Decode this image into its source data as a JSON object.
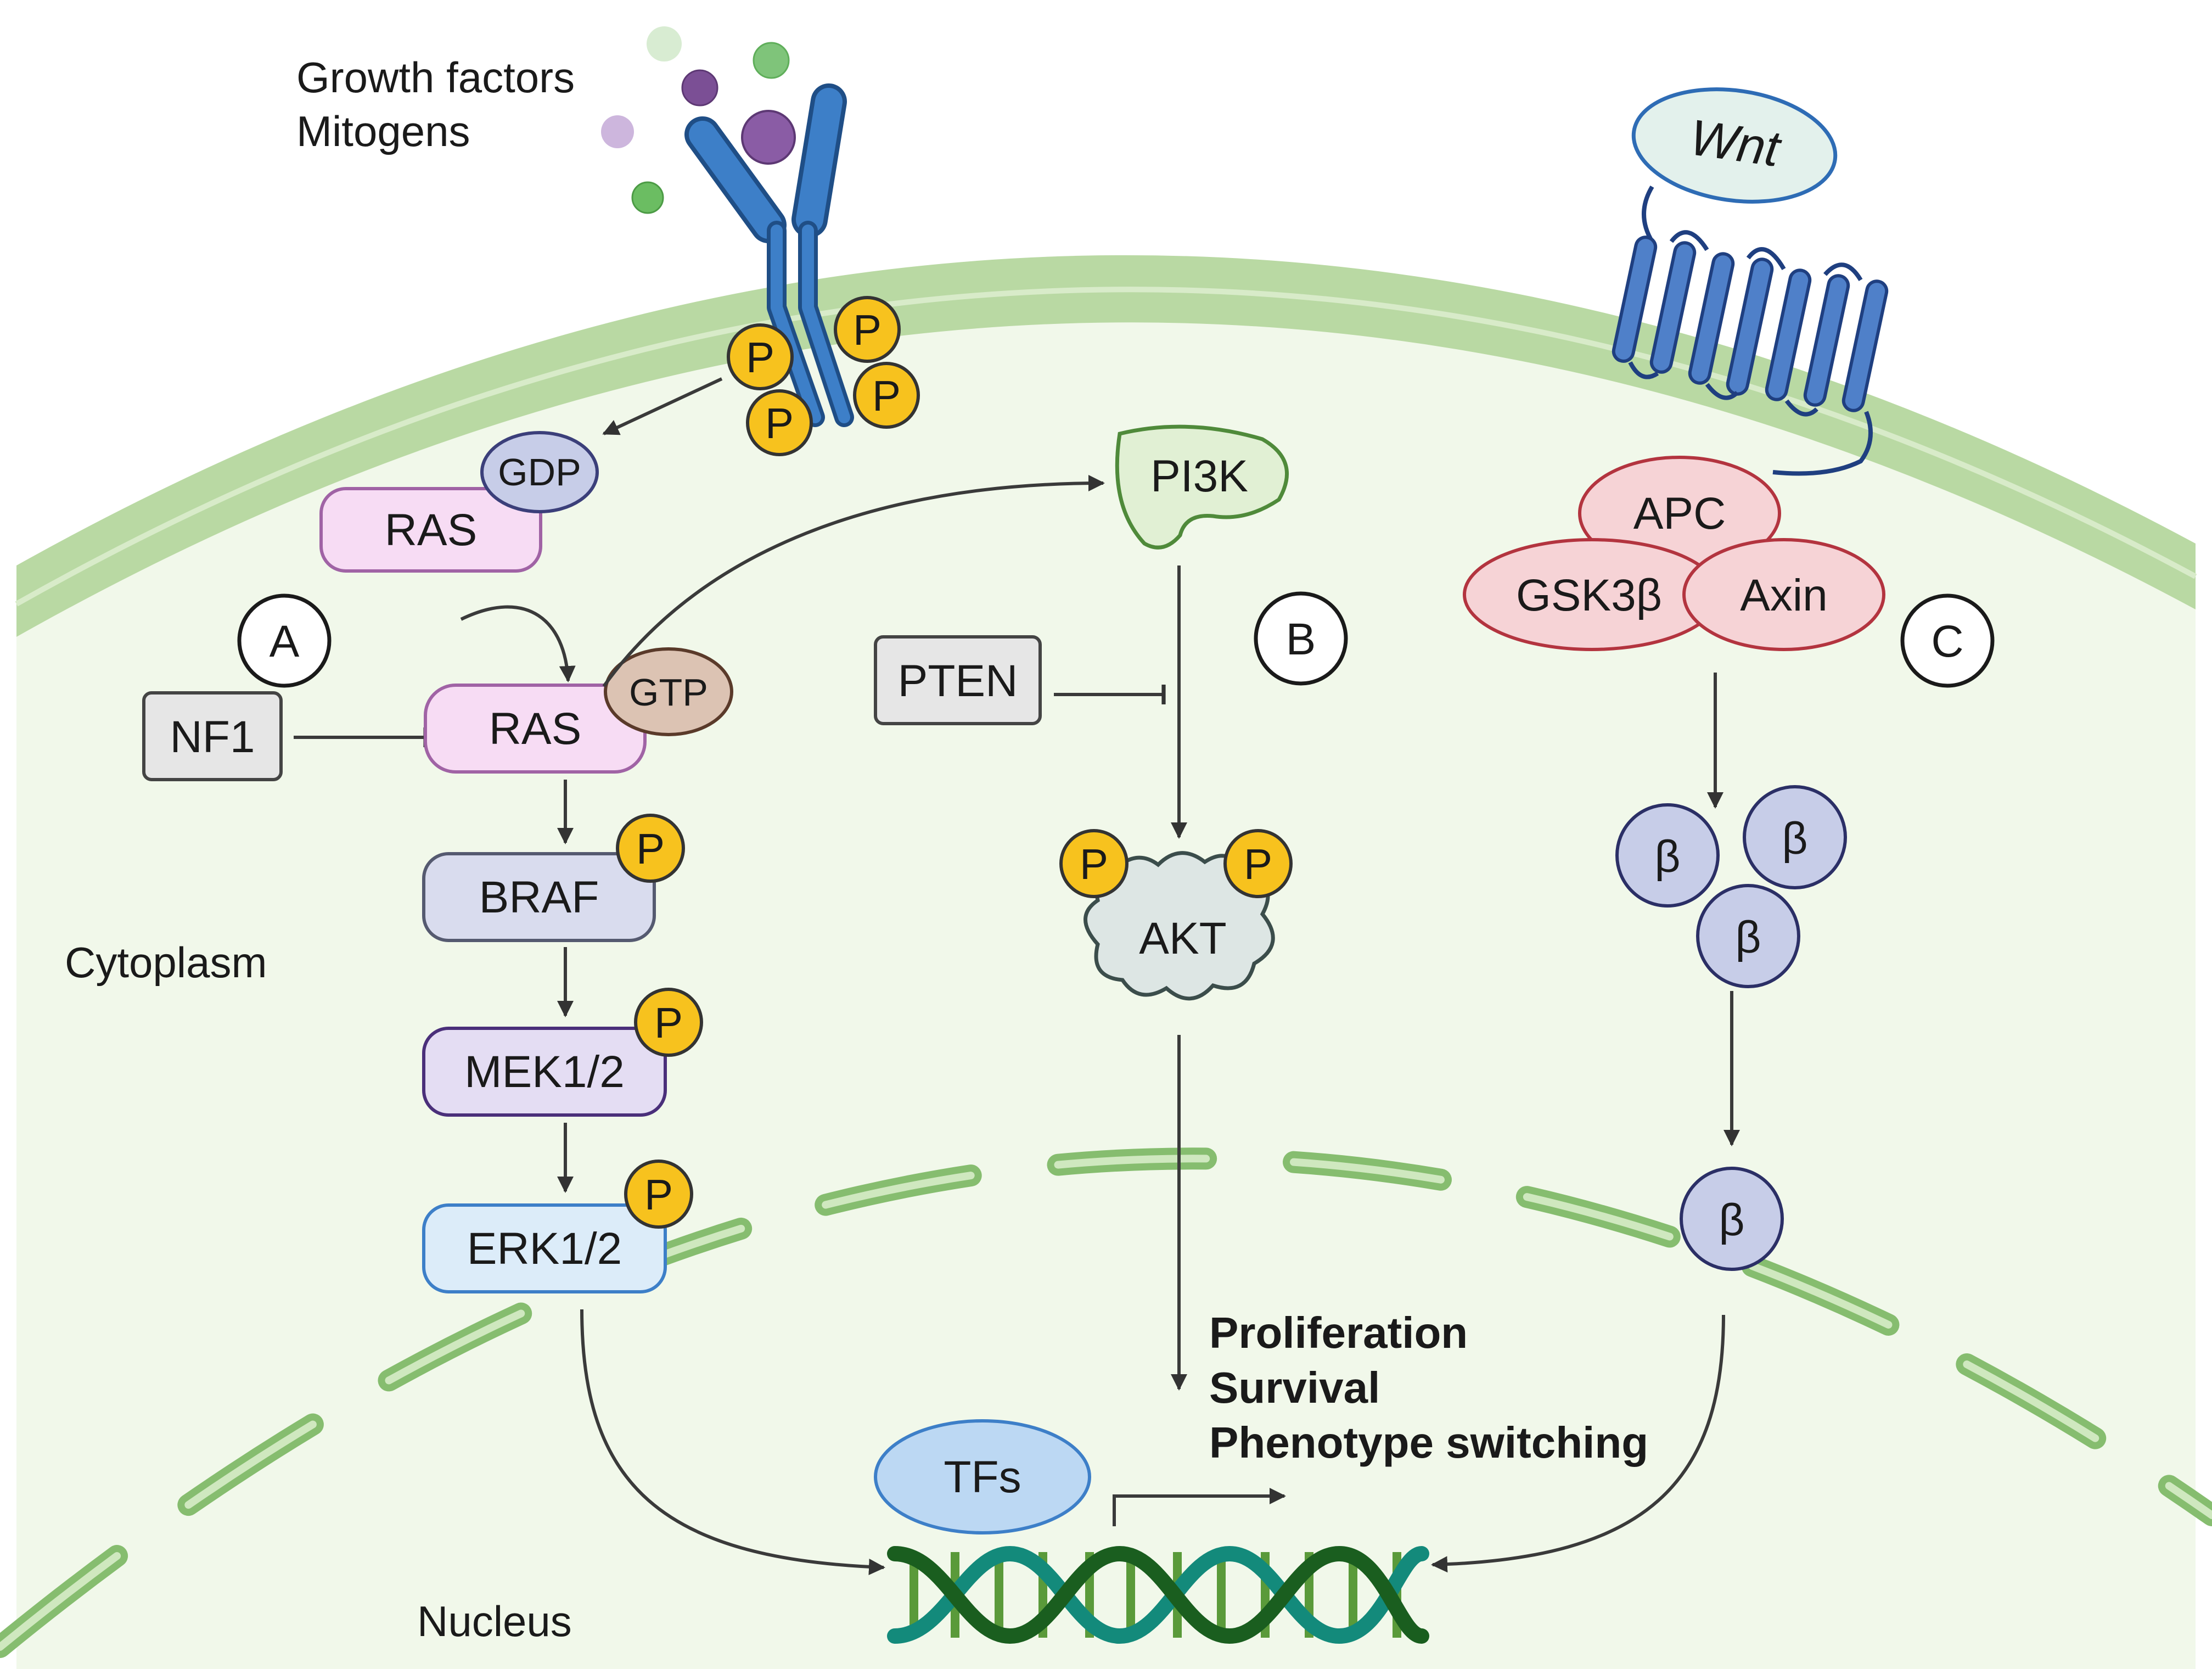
{
  "labels": {
    "growth": "Growth factors",
    "mitogens": "Mitogens",
    "cytoplasm": "Cytoplasm",
    "nucleus": "Nucleus",
    "wnt": "Wnt",
    "gdp": "GDP",
    "ras_inactive": "RAS",
    "ras_active": "RAS",
    "gtp": "GTP",
    "nf1": "NF1",
    "braf": "BRAF",
    "mek": "MEK1/2",
    "erk": "ERK1/2",
    "pi3k": "PI3K",
    "pten": "PTEN",
    "akt": "AKT",
    "apc": "APC",
    "gsk3b": "GSK3β",
    "axin": "Axin",
    "beta": "β",
    "tfs": "TFs",
    "phospho": "P",
    "outcome1": "Proliferation",
    "outcome2": "Survival",
    "outcome3": "Phenotype switching"
  },
  "pathways": {
    "a": "A",
    "b": "B",
    "c": "C"
  },
  "colors": {
    "membrane": "#b9d9a3",
    "cell_fill": "#f1f8ea",
    "nuclear_envelope": "#9bca85",
    "receptor": "#2e6cb5",
    "phospho_fill": "#f7c21e",
    "ras_fill": "#f7dcf4",
    "ras_stroke": "#a063a5",
    "braf_fill": "#d9dcee",
    "mek_fill": "#e4ddf3",
    "erk_fill": "#dcecf9",
    "pi3k_fill": "#e1f0d4",
    "akt_fill": "#dde6e4",
    "complex_fill": "#f6d3d6",
    "beta_fill": "#c7cde8",
    "tfs_fill": "#bcd8f3",
    "dna_dark": "#1a5e1f",
    "dna_teal": "#138a7b"
  }
}
